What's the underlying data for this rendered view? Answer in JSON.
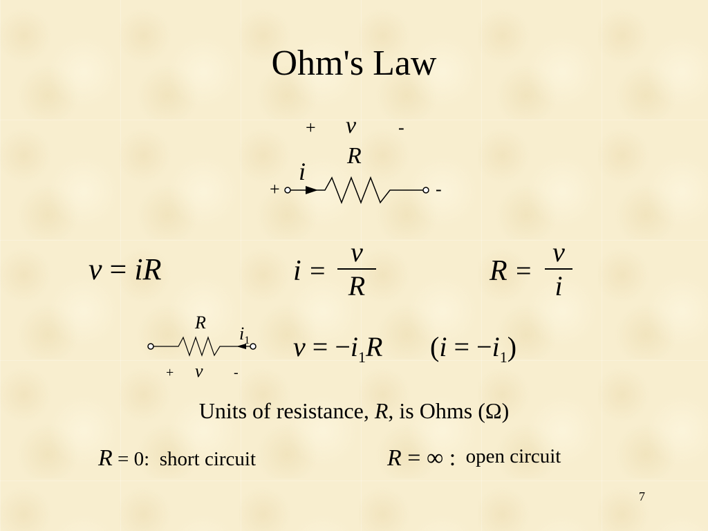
{
  "slide": {
    "title": "Ohm's Law",
    "page_number": "7"
  },
  "top_circuit": {
    "plus_top": "+",
    "v": "v",
    "minus_top": "-",
    "R": "R",
    "i": "i",
    "plus_left": "+",
    "minus_right": "-"
  },
  "equations": {
    "eq1_v": "v",
    "eq1_eq": "=",
    "eq1_rhs": "iR",
    "eq2_lhs": "i",
    "eq2_eq": "=",
    "eq2_num": "v",
    "eq2_den": "R",
    "eq3_lhs": "R",
    "eq3_eq": "=",
    "eq3_num": "v",
    "eq3_den": "i"
  },
  "bottom_circuit": {
    "R": "R",
    "i": "i",
    "i_sub": "1",
    "plus": "+",
    "v": "v",
    "minus": "-"
  },
  "reverse_eq": {
    "v": "v",
    "eq": "= −",
    "i": "i",
    "sub": "1",
    "R": "R",
    "paren_open": "(",
    "i2": "i",
    "eq2": "= −",
    "i3": "i",
    "sub2": "1",
    "paren_close": ")"
  },
  "units": {
    "prefix": "Units of resistance, ",
    "R": "R",
    "suffix": ", is Ohms (Ω)"
  },
  "short_circuit": {
    "R": "R",
    "eq": " = 0:",
    "label": "short circuit"
  },
  "open_circuit": {
    "R": "R",
    "eq": " = ∞ :",
    "label": "open circuit"
  }
}
